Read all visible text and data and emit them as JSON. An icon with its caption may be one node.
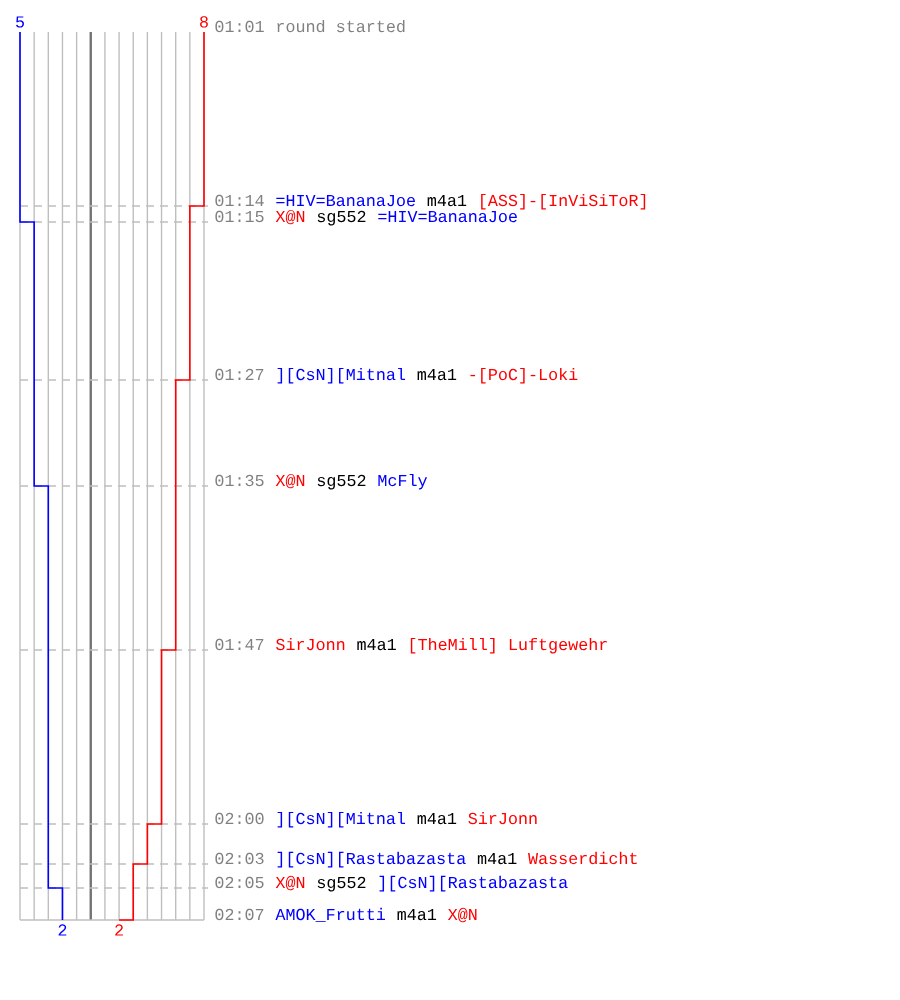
{
  "diagram": {
    "labels": [
      "5",
      "8",
      "01:01",
      "round started",
      "01:14",
      "=HIV=BananaJoe",
      "m4a1",
      "[ASS]-[InViSiToR]",
      "01:15",
      "X@N",
      "sg552",
      "=HIV=BananaJoe",
      "01:27",
      "][CsN][Mitnal",
      "m4a1",
      "-[PoC]-Loki",
      "01:35",
      "X@N",
      "sg552",
      "McFly",
      "01:47",
      "SirJonn",
      "m4a1",
      "[TheMill] Luftgewehr",
      "02:00",
      "][CsN][Mitnal",
      "m4a1",
      "SirJonn",
      "02:03",
      "][CsN][Rastabazasta",
      "m4a1",
      "Wasserdicht",
      "02:05",
      "X@N",
      "sg552",
      "][CsN][Rastabazasta",
      "02:07",
      "AMOK_Frutti",
      "m4a1",
      "X@N",
      "2",
      "2"
    ]
  }
}
